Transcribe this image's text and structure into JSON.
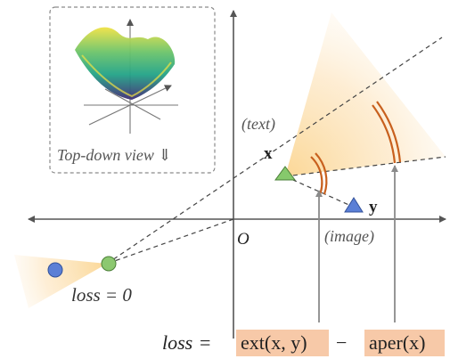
{
  "inset": {
    "caption": "Top-down view ⇓"
  },
  "labels": {
    "text": "(text)",
    "image": "(image)",
    "x": "x",
    "y": "y",
    "origin": "O",
    "loss_zero": "loss = 0"
  },
  "formula": {
    "lhs": "loss",
    "equals": "=",
    "term1": "ext(x, y)",
    "minus": "−",
    "term2": "aper(x)"
  },
  "colors": {
    "cone_fill": "#fce4b8",
    "arc": "#c8601e",
    "triangle_x": "#86c96c",
    "triangle_y": "#5b7fd6",
    "circle_green": "#8cc870",
    "circle_blue": "#5b7fd6",
    "axis": "#555555",
    "formula_box": "#f7c9a8"
  },
  "icons": {
    "x_marker": "triangle-icon",
    "y_marker": "triangle-icon",
    "surface": "surface-plot-icon"
  }
}
